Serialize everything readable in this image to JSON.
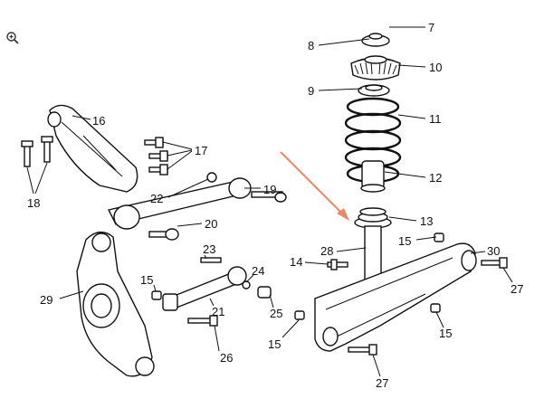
{
  "toolbar": {
    "zoom_icon": "magnifier-plus-icon"
  },
  "diagram": {
    "callouts": [
      "8",
      "7",
      "10",
      "9",
      "11",
      "12",
      "13",
      "15",
      "30",
      "27",
      "14",
      "28",
      "16",
      "17",
      "18",
      "19",
      "22",
      "20",
      "23",
      "24",
      "25",
      "21",
      "15",
      "15",
      "26",
      "29",
      "15",
      "27",
      "15"
    ],
    "arrow_color": "#e8896a",
    "line_color": "#111111"
  }
}
